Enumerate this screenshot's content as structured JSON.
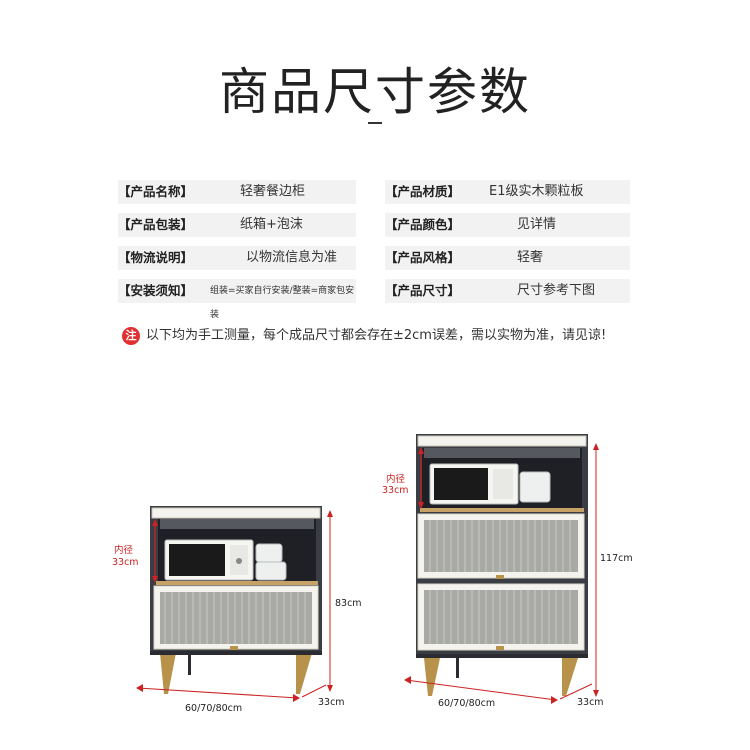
{
  "title": "商品尺寸参数",
  "specs": [
    {
      "label": "【产品名称】",
      "value": "轻奢餐边柜"
    },
    {
      "label": "【产品材质】",
      "value": "E1级实木颗粒板"
    },
    {
      "label": "【产品包装】",
      "value": "纸箱+泡沫"
    },
    {
      "label": "【产品颜色】",
      "value": "见详情"
    },
    {
      "label": "【物流说明】",
      "value": "以物流信息为准"
    },
    {
      "label": "【产品风格】",
      "value": "轻奢"
    },
    {
      "label": "【安装须知】",
      "value": "组装=买家自行安装/整装=商家包安装"
    },
    {
      "label": "【产品尺寸】",
      "value": "尺寸参考下图"
    }
  ],
  "note": {
    "badge": "注",
    "text": "以下均为手工测量，每个成品尺寸都会存在±2cm误差，需以实物为准，请见谅!"
  },
  "cabinet_small": {
    "inner_label": "内径",
    "inner_value": "33cm",
    "height": "83cm",
    "width": "60/70/80cm",
    "depth": "33cm"
  },
  "cabinet_large": {
    "inner_label": "内径",
    "inner_value": "33cm",
    "height": "117cm",
    "width": "60/70/80cm",
    "depth": "33cm"
  },
  "colors": {
    "frame": "#3a3d44",
    "door": "#f4f3ee",
    "gold": "#b8924a",
    "red": "#cc2222"
  }
}
